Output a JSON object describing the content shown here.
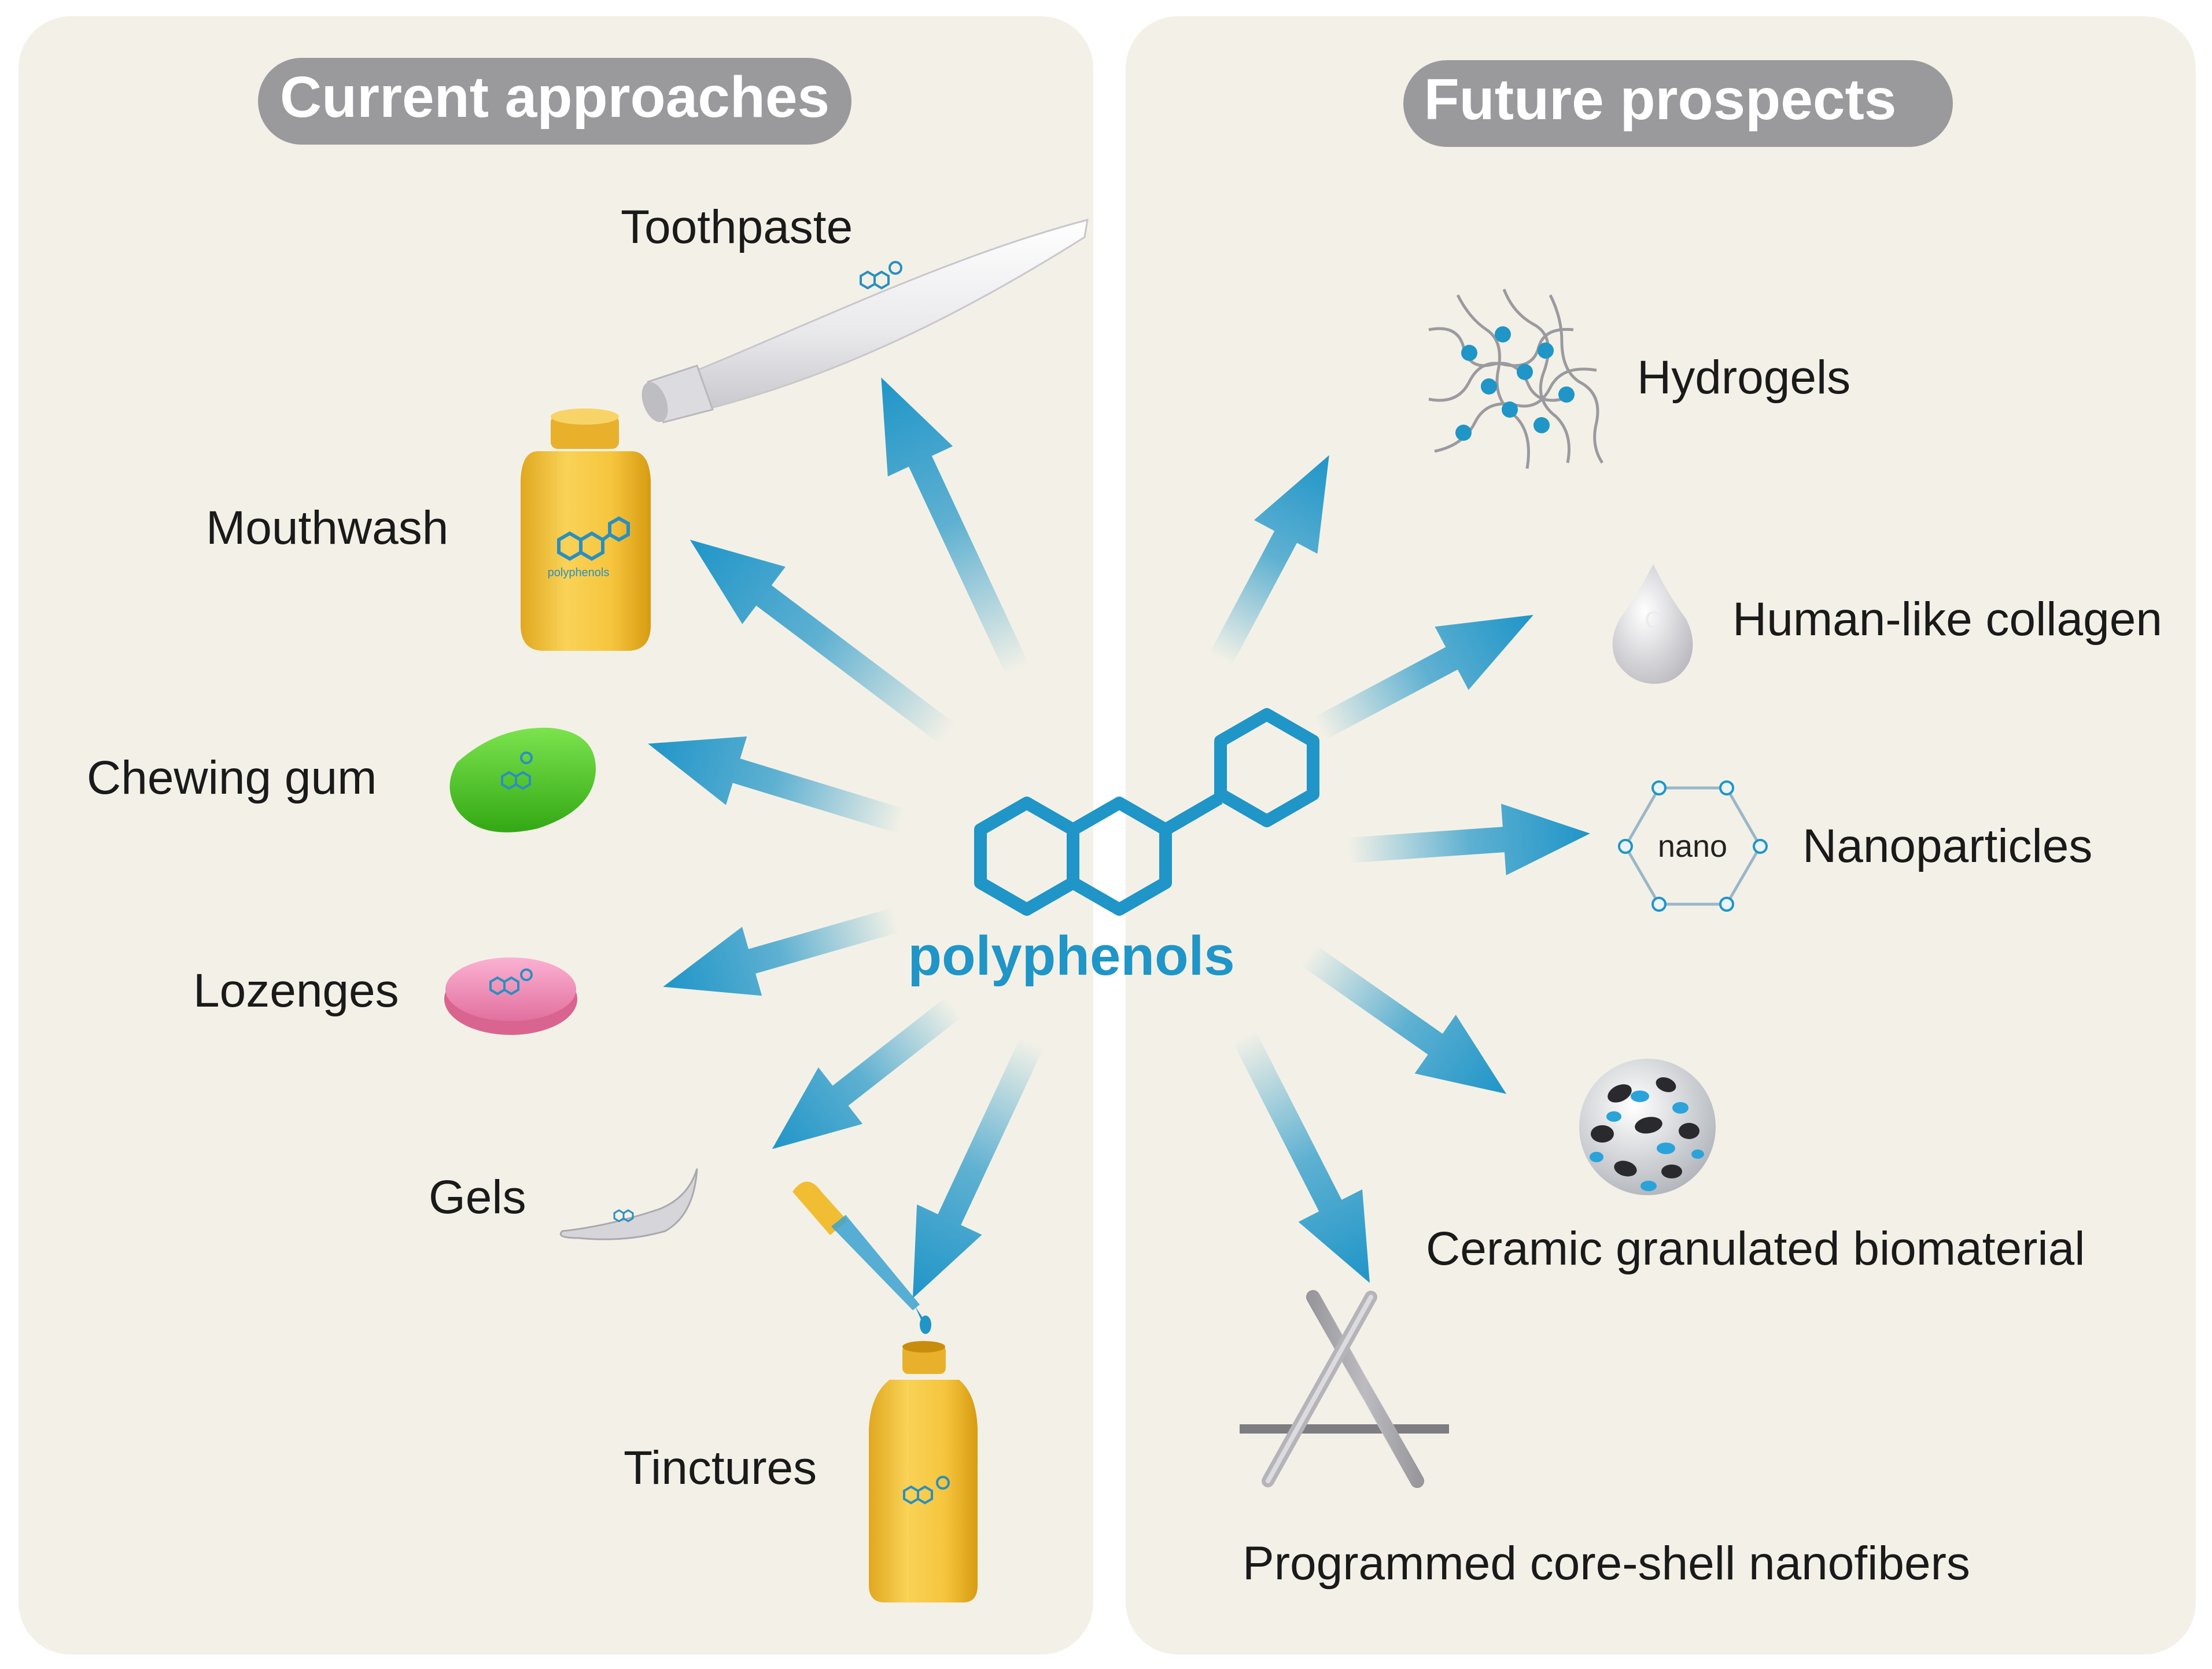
{
  "panels": {
    "left": {
      "title": "Current approaches"
    },
    "right": {
      "title": "Future prospects"
    }
  },
  "center": {
    "label": "polyphenols"
  },
  "current_approaches": [
    {
      "label": "Toothpaste"
    },
    {
      "label": "Mouthwash"
    },
    {
      "label": "Chewing gum"
    },
    {
      "label": "Lozenges"
    },
    {
      "label": "Gels"
    },
    {
      "label": "Tinctures"
    }
  ],
  "future_prospects": [
    {
      "label": "Hydrogels"
    },
    {
      "label": "Human-like collagen"
    },
    {
      "label": "Nanoparticles"
    },
    {
      "label": "Ceramic granulated biomaterial"
    },
    {
      "label": "Programmed core-shell nanofibers"
    }
  ],
  "icons": {
    "nanoparticle_text": "nano",
    "collagen_letter": "C",
    "product_logo_text": "polyphenols"
  },
  "colors": {
    "accent_blue": "#1f95c8",
    "panel_background": "#f3f1e7",
    "pill_gray": "#9a9a9c",
    "bottle_yellow": "#f6c53d",
    "gum_green": "#4fce2c",
    "lozenge_pink": "#f48eb9"
  }
}
